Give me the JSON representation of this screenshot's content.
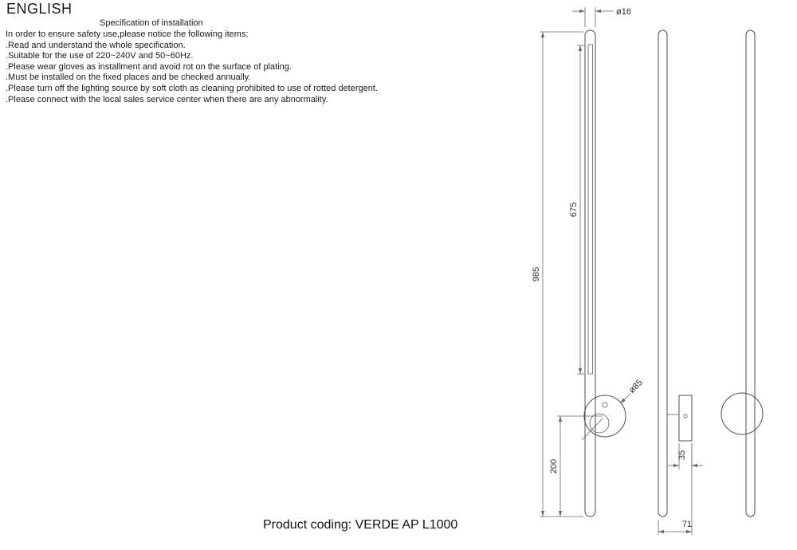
{
  "header": {
    "language": "ENGLISH"
  },
  "spec": {
    "title": "Specification of installation",
    "intro": "In order to ensure safety use,please notice the following items:",
    "items": [
      ".Read and understand the whole specification.",
      ".Suitable for the use of 220~240V and 50~60Hz.",
      ".Please wear gloves as installment and avoid rot on the surface of plating.",
      ".Must be installed on the fixed places and be checked annually.",
      ".Please turn off the lighting source by soft cloth as cleaning prohibited to use of rotted detergent.",
      ".Please connect with the local sales service center when there are any abnormality."
    ]
  },
  "drawing": {
    "dim_tube_diameter": "ø16",
    "dim_led_length": "675",
    "dim_total_height": "985",
    "dim_canopy_diameter": "ø85",
    "dim_center_to_bottom": "200",
    "dim_bracket_width": "35",
    "dim_depth": "71"
  },
  "footer": {
    "product_coding": "Product coding: VERDE AP L1000"
  }
}
